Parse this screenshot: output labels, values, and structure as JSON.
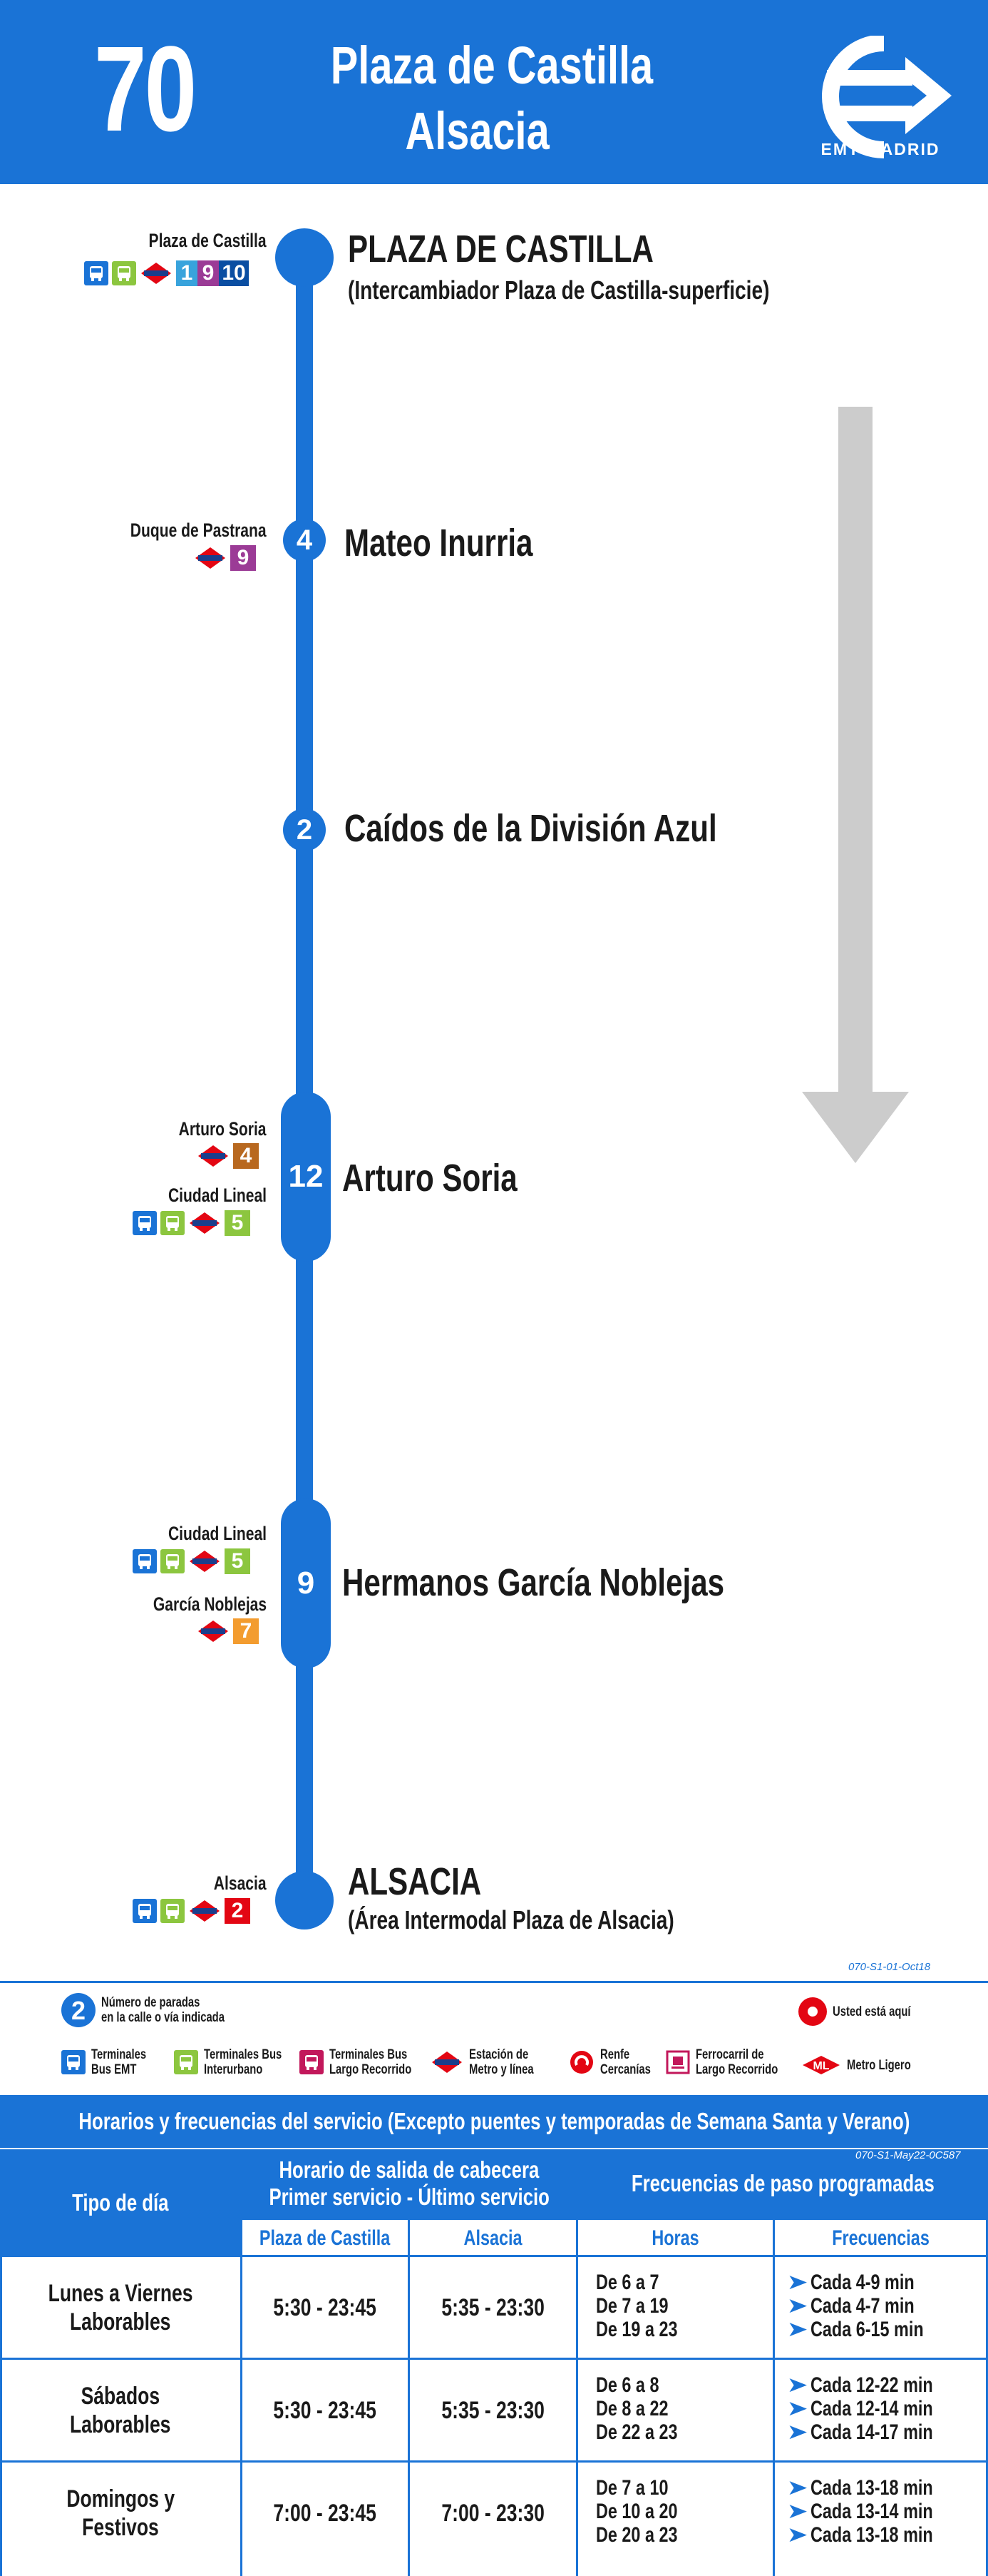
{
  "header": {
    "route_number": "70",
    "destination_1": "Plaza de Castilla",
    "destination_2": "Alsacia",
    "brand": "EMT MADRID",
    "color": "#1a73d6"
  },
  "stops": [
    {
      "name": "PLAZA DE CASTILLA",
      "subtitle": "(Intercambiador Plaza de Castilla-superficie)",
      "count": ""
    },
    {
      "name": "Mateo Inurria",
      "count": "4"
    },
    {
      "name": "Caídos de la División Azul",
      "count": "2"
    },
    {
      "name": "Arturo Soria",
      "count": "12"
    },
    {
      "name": "Hermanos García Noblejas",
      "count": "9"
    },
    {
      "name": "ALSACIA",
      "subtitle": "(Área Intermodal Plaza de Alsacia)",
      "count": ""
    }
  ],
  "connections": {
    "plaza_castilla": {
      "label": "Plaza de Castilla",
      "icons": [
        "bus-icon",
        "interurban-bus-icon",
        "metro-icon"
      ],
      "lines": [
        "1",
        "9",
        "10"
      ]
    },
    "duque_pastrana": {
      "label": "Duque de Pastrana",
      "icons": [
        "metro-icon"
      ],
      "lines": [
        "9"
      ]
    },
    "arturo_soria": {
      "label": "Arturo Soria",
      "icons": [
        "metro-icon"
      ],
      "lines": [
        "4"
      ]
    },
    "ciudad_lineal_a": {
      "label": "Ciudad Lineal",
      "icons": [
        "bus-icon",
        "interurban-bus-icon",
        "metro-icon"
      ],
      "lines": [
        "5"
      ]
    },
    "ciudad_lineal_b": {
      "label": "Ciudad Lineal",
      "icons": [
        "bus-icon",
        "interurban-bus-icon",
        "metro-icon"
      ],
      "lines": [
        "5"
      ]
    },
    "garcia_noblejas": {
      "label": "García Noblejas",
      "icons": [
        "metro-icon"
      ],
      "lines": [
        "7"
      ]
    },
    "alsacia": {
      "label": "Alsacia",
      "icons": [
        "bus-icon",
        "interurban-bus-icon",
        "metro-icon"
      ],
      "lines": [
        "2"
      ]
    }
  },
  "line_colors": {
    "1": "#38a3dc",
    "2": "#e30613",
    "4": "#b8681f",
    "5": "#8cc63f",
    "7": "#f39c2f",
    "9": "#9b3b96",
    "10": "#0a4ea2"
  },
  "codes": {
    "map_code": "070-S1-01-Oct18",
    "schedule_code": "070-S1-May22-0C587"
  },
  "legend": {
    "stops_count": "Número de paradas en la calle o vía indicada",
    "stops_count_line1": "Número de paradas",
    "stops_count_line2": "en la calle o vía indicada",
    "you_are_here": "Usted está aquí",
    "items": [
      {
        "line1": "Terminales",
        "line2": "Bus EMT"
      },
      {
        "line1": "Terminales Bus",
        "line2": "Interurbano"
      },
      {
        "line1": "Terminales Bus",
        "line2": "Largo Recorrido"
      },
      {
        "line1": "Estación de",
        "line2": "Metro y línea"
      },
      {
        "line1": "Renfe",
        "line2": "Cercanías"
      },
      {
        "line1": "Ferrocarril de",
        "line2": "Largo Recorrido"
      },
      {
        "line1": "Metro Ligero",
        "line2": ""
      }
    ]
  },
  "schedule": {
    "title": "Horarios y frecuencias del servicio (Excepto puentes y temporadas de Semana Santa y Verano)",
    "col_day_type": "Tipo de día",
    "col_departures_1": "Horario de salida de cabecera",
    "col_departures_2": "Primer servicio - Último servicio",
    "col_frequencies": "Frecuencias de paso programadas",
    "sub_plaza": "Plaza de Castilla",
    "sub_alsacia": "Alsacia",
    "sub_hours": "Horas",
    "sub_freq": "Frecuencias",
    "rows": [
      {
        "day_1": "Lunes a Viernes",
        "day_2": "Laborables",
        "plaza": "5:30 - 23:45",
        "alsacia": "5:35 - 23:30",
        "hours": [
          "De 6 a 7",
          "De 7 a 19",
          "De 19 a 23"
        ],
        "freqs": [
          "Cada 4-9 min",
          "Cada 4-7 min",
          "Cada 6-15 min"
        ]
      },
      {
        "day_1": "Sábados",
        "day_2": "Laborables",
        "plaza": "5:30 - 23:45",
        "alsacia": "5:35 - 23:30",
        "hours": [
          "De 6 a 8",
          "De 8 a 22",
          "De 22 a 23"
        ],
        "freqs": [
          "Cada 12-22 min",
          "Cada 12-14 min",
          "Cada 14-17 min"
        ]
      },
      {
        "day_1": "Domingos y",
        "day_2": "Festivos",
        "plaza": "7:00 - 23:45",
        "alsacia": "7:00 - 23:30",
        "hours": [
          "De 7 a 10",
          "De 10 a 20",
          "De 20 a 23"
        ],
        "freqs": [
          "Cada 13-18 min",
          "Cada 13-14 min",
          "Cada 13-18 min"
        ]
      }
    ]
  }
}
